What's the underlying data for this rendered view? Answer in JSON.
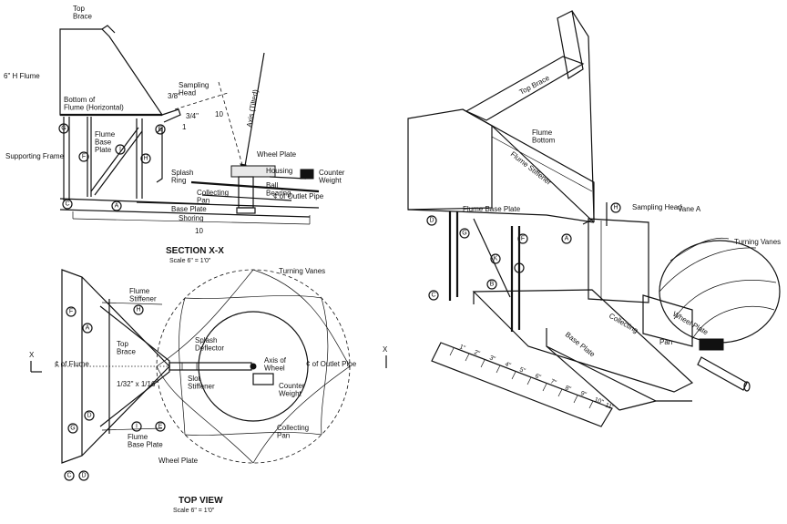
{
  "section_view": {
    "title": "SECTION X-X",
    "scale": "Scale 6\" = 1'0\"",
    "labels": {
      "top_brace": "Top\nBrace",
      "flume_6h": "6\" H Flume",
      "bottom_of_flume": "Bottom of\nFlume (Horizontal)",
      "sampling_head": "Sampling\nHead",
      "frac_3_8": "3/8\"",
      "frac_3_4": "3/4\"",
      "one": "1",
      "ten_a": "10",
      "axis_tilted": "Axis (Tilted)",
      "wheel_plate": "Wheel Plate",
      "flume_base_plate": "Flume\nBase\nPlate",
      "supporting_frame": "Supporting Frame",
      "splash_ring": "Splash\nRing",
      "collecting_pan": "Collecting\nPan",
      "housing": "Housing",
      "ball_bearing": "Ball\nBearing",
      "counter_weight": "Counter\nWeight",
      "outlet_pipe": "¢ of Outlet Pipe",
      "base_plate": "Base Plate",
      "shoring": "Shoring",
      "ten_b": "10",
      "circles": [
        "G",
        "E",
        "F",
        "I",
        "H",
        "C",
        "A"
      ]
    }
  },
  "top_view": {
    "title": "TOP VIEW",
    "scale": "Scale 6\" = 1'0\"",
    "labels": {
      "turning_vanes": "Turning Vanes",
      "flume_stiffener": "Flume\nStiffener",
      "top_brace": "Top\nBrace",
      "cl_flume": "¢ of Flume",
      "flume_width": "1/32\" x 1/16\"",
      "splash_deflector": "Splash\nDeflector",
      "slot_stiffener": "Slot\nStiffener",
      "axis_of_wheel": "Axis of\nWheel",
      "outlet_pipe": "¢ of Outlet Pipe",
      "counter_weight": "Counter\nWeight",
      "collecting_pan": "Collecting\nPan",
      "flume_base_plate": "Flume\nBase Plate",
      "wheel_plate": "Wheel Plate",
      "x_mark": "X",
      "circles": [
        "F",
        "A",
        "H",
        "G",
        "D",
        "I",
        "E",
        "C",
        "D"
      ]
    }
  },
  "iso_view": {
    "labels": {
      "top_brace": "Top Brace",
      "flume_bottom": "Flume\nBottom",
      "flume_stiffener": "Flume Stiffener",
      "flume_base_plate": "Flume Base Plate",
      "sampling_head": "Sampling Head",
      "vane_a": "Vane A",
      "turning_vanes": "Turning Vanes",
      "collecting": "Collecting",
      "pan": "Pan",
      "wheel_plate": "Wheel Plate",
      "base_plate": "Base Plate",
      "circles": [
        "D",
        "G",
        "F",
        "A",
        "H",
        "K",
        "I",
        "B",
        "C"
      ]
    },
    "ruler_ticks": [
      "1\"",
      "2\"",
      "3\"",
      "4\"",
      "5\"",
      "6\"",
      "7\"",
      "8\"",
      "9\"",
      "10\"",
      "11\""
    ]
  }
}
